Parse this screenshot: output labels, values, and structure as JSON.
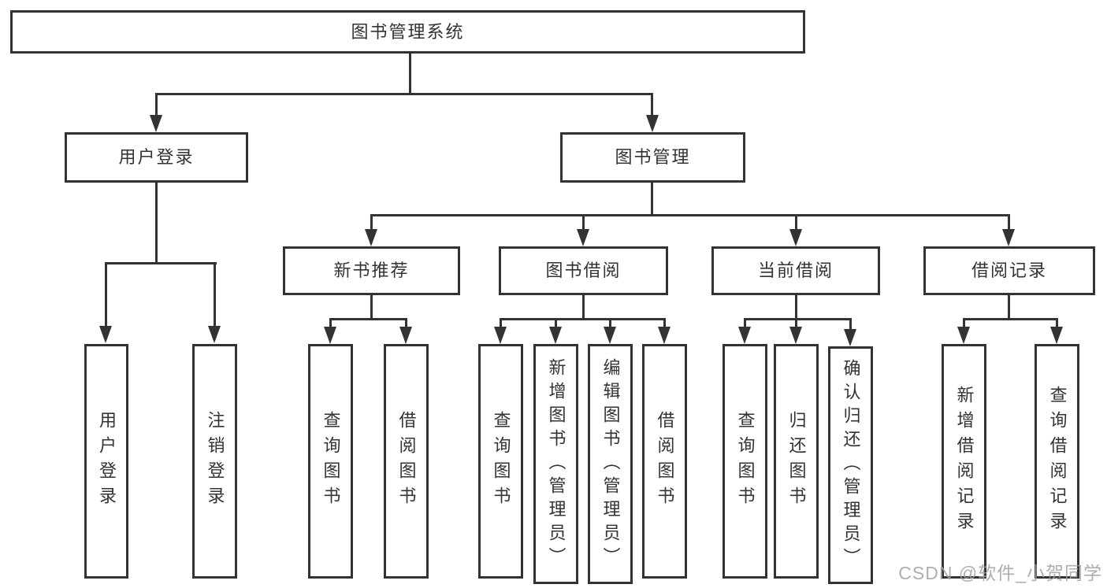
{
  "tree": {
    "label": "图书管理系统",
    "children": [
      {
        "label": "用户登录",
        "children": [
          {
            "label": "用户登录"
          },
          {
            "label": "注销登录"
          }
        ]
      },
      {
        "label": "图书管理",
        "children": [
          {
            "label": "新书推荐",
            "children": [
              {
                "label": "查询图书"
              },
              {
                "label": "借阅图书"
              }
            ]
          },
          {
            "label": "图书借阅",
            "children": [
              {
                "label": "查询图书"
              },
              {
                "label": "新增图书（管理员）"
              },
              {
                "label": "编辑图书（管理员）"
              },
              {
                "label": "借阅图书"
              }
            ]
          },
          {
            "label": "当前借阅",
            "children": [
              {
                "label": "查询图书"
              },
              {
                "label": "归还图书"
              },
              {
                "label": "确认归还（管理员）"
              }
            ]
          },
          {
            "label": "借阅记录",
            "children": [
              {
                "label": "新增借阅记录"
              },
              {
                "label": "查询借阅记录"
              }
            ]
          }
        ]
      }
    ]
  },
  "watermark": {
    "text": "CSDN @软件_小贺同学"
  },
  "colors": {
    "line": "#333333",
    "text": "#333333",
    "background": "#ffffff",
    "watermark": "#a0a0a0"
  }
}
